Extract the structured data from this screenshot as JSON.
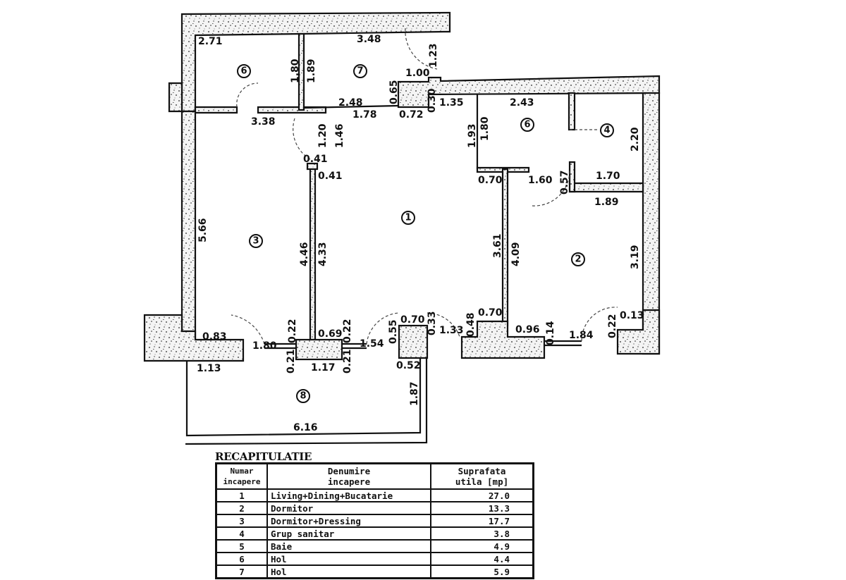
{
  "rooms": [
    {
      "id": "1",
      "label": "1"
    },
    {
      "id": "2",
      "label": "2"
    },
    {
      "id": "3",
      "label": "3"
    },
    {
      "id": "4",
      "label": "4"
    },
    {
      "id": "5",
      "label": "6"
    },
    {
      "id": "6",
      "label": "6"
    },
    {
      "id": "7",
      "label": "7"
    },
    {
      "id": "8",
      "label": "8"
    }
  ],
  "dimensions": {
    "d271": "2.71",
    "d180a": "1.80",
    "d189": "1.89",
    "d348": "3.48",
    "d123": "1.23",
    "d100": "1.00",
    "d065": "0.65",
    "d248": "2.48",
    "d178": "1.78",
    "d072": "0.72",
    "d030": "0.30",
    "d135": "1.35",
    "d243": "2.43",
    "d193": "1.93",
    "d180b": "1.80",
    "d220": "2.20",
    "d170": "1.70",
    "d070a": "0.70",
    "d160": "1.60",
    "d057": "0.57",
    "d189b": "1.89",
    "d338": "3.38",
    "d120": "1.20",
    "d146": "1.46",
    "d041a": "0.41",
    "d041b": "0.41",
    "d566": "5.66",
    "d446": "4.46",
    "d433": "4.33",
    "d361": "3.61",
    "d409": "4.09",
    "d319": "3.19",
    "d083": "0.83",
    "d180c": "1.80",
    "d022a": "0.22",
    "d069": "0.69",
    "d022b": "0.22",
    "d154": "1.54",
    "d055": "0.55",
    "d070b": "0.70",
    "d033": "0.33",
    "d133": "1.33",
    "d048": "0.48",
    "d070c": "0.70",
    "d096": "0.96",
    "d014": "0.14",
    "d184": "1.84",
    "d022c": "0.22",
    "d013": "0.13",
    "d113": "1.13",
    "d021a": "0.21",
    "d117": "1.17",
    "d021b": "0.21",
    "d052": "0.52",
    "d187": "1.87",
    "d616": "6.16"
  },
  "recap": {
    "title": "RECAPITULATIE",
    "headers": {
      "number_l1": "Numar",
      "number_l2": "incapere",
      "name_l1": "Denumire",
      "name_l2": "incapere",
      "area_l1": "Suprafata",
      "area_l2": "utila [mp]"
    },
    "rows": [
      {
        "num": "1",
        "name": "Living+Dining+Bucatarie",
        "area": "27.0"
      },
      {
        "num": "2",
        "name": "Dormitor",
        "area": "13.3"
      },
      {
        "num": "3",
        "name": "Dormitor+Dressing",
        "area": "17.7"
      },
      {
        "num": "4",
        "name": "Grup sanitar",
        "area": "3.8"
      },
      {
        "num": "5",
        "name": "Baie",
        "area": "4.9"
      },
      {
        "num": "6",
        "name": "Hol",
        "area": "4.4"
      },
      {
        "num": "7",
        "name": "Hol",
        "area": "5.9"
      }
    ]
  }
}
